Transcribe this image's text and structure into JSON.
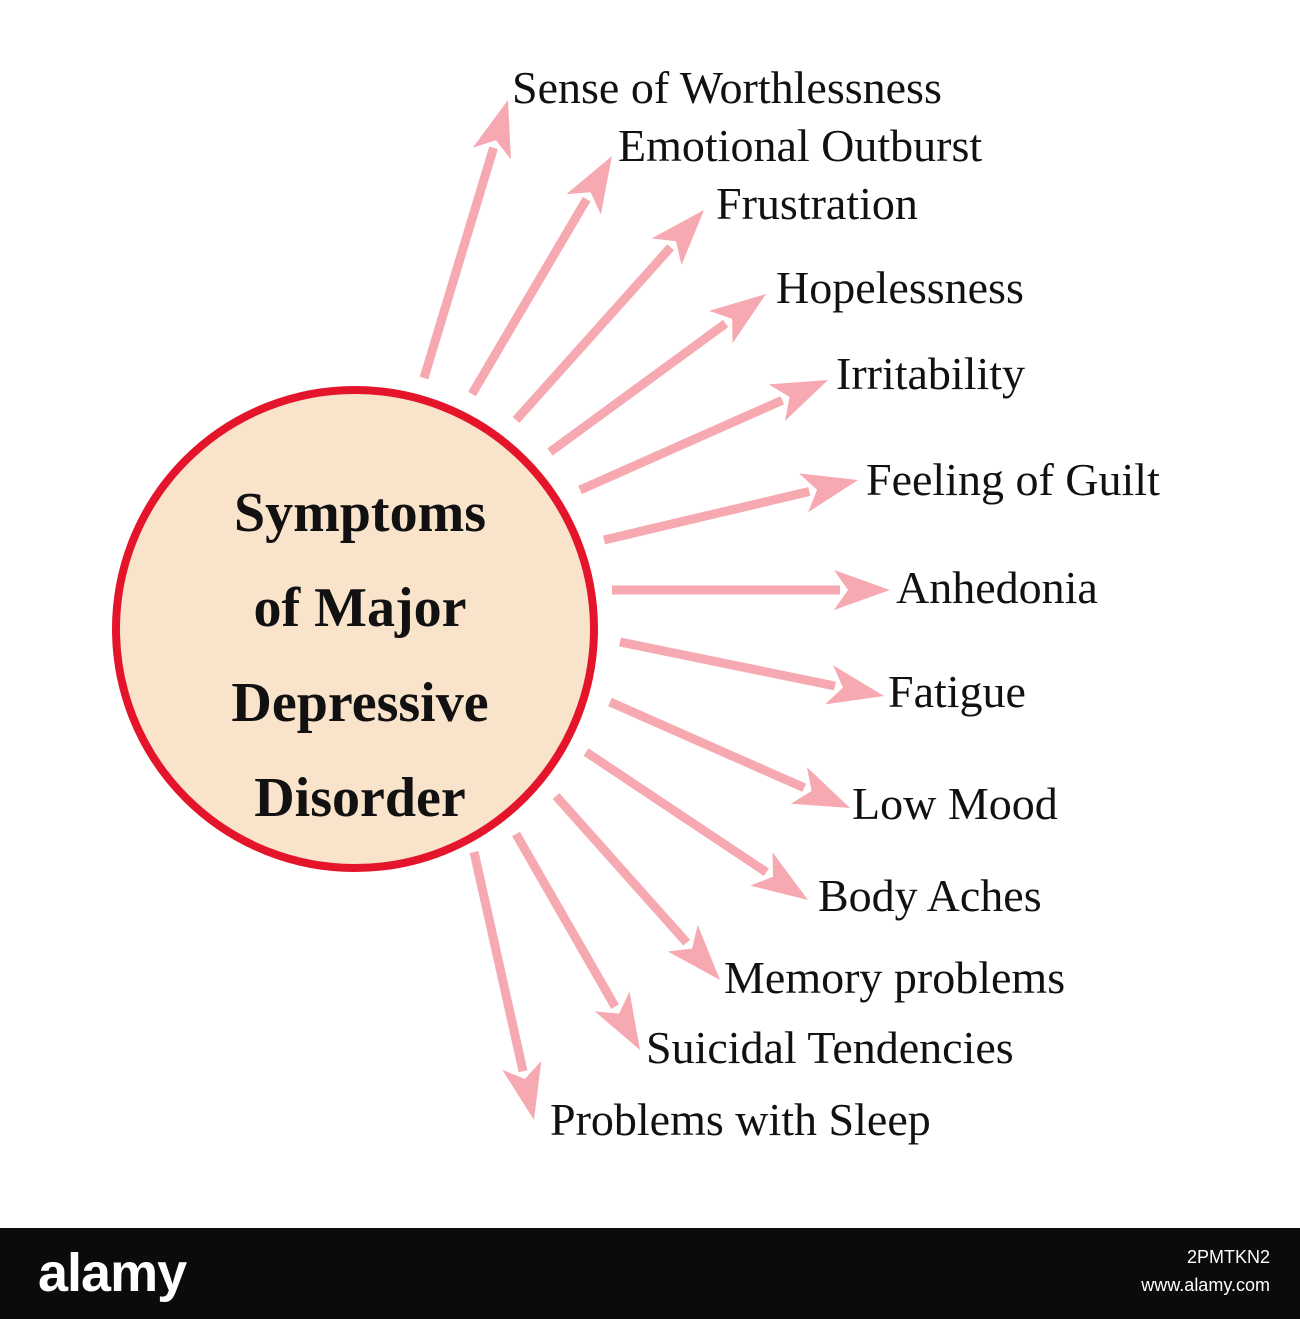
{
  "diagram": {
    "center_title": "Symptoms\nof Major\nDepressive\nDisorder",
    "symptoms": [
      "Sense of Worthlessness",
      "Emotional Outburst",
      "Frustration",
      "Hopelessness",
      "Irritability",
      "Feeling of Guilt",
      "Anhedonia",
      "Fatigue",
      "Low Mood",
      "Body Aches",
      "Memory problems",
      "Suicidal Tendencies",
      "Problems with Sleep"
    ],
    "colors": {
      "arrow": "#f6a9b1",
      "circle_fill": "#f9e3cb",
      "circle_border": "#e4152a",
      "text": "#111111"
    }
  },
  "footer": {
    "logo": "alamy",
    "image_id": "2PMTKN2",
    "url": "www.alamy.com"
  }
}
